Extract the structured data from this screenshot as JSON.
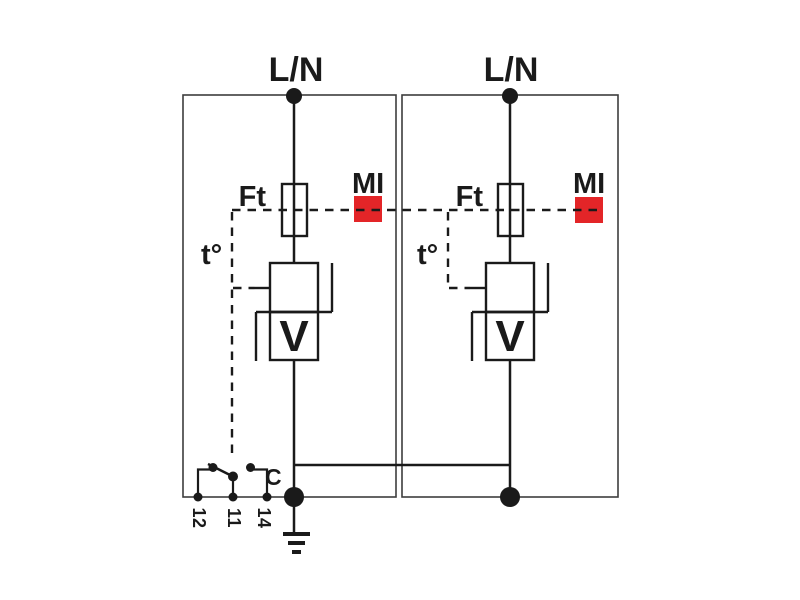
{
  "diagram": {
    "colors": {
      "background": "#ffffff",
      "line": "#1a1a1a",
      "module_border": "#3d3d3d",
      "indicator_red": "#e32528"
    },
    "circuits": [
      {
        "line_terminal_label": "L/N",
        "fuse_label": "Ft",
        "monitoring_indicator_label": "MI",
        "thermal_label": "t°",
        "varistor_label": "V"
      },
      {
        "line_terminal_label": "L/N",
        "fuse_label": "Ft",
        "monitoring_indicator_label": "MI",
        "thermal_label": "t°",
        "varistor_label": "V"
      }
    ],
    "remote_signalling_contact": {
      "common_label": "C",
      "terminal_nc": "12",
      "terminal_common": "11",
      "terminal_no": "14"
    }
  }
}
